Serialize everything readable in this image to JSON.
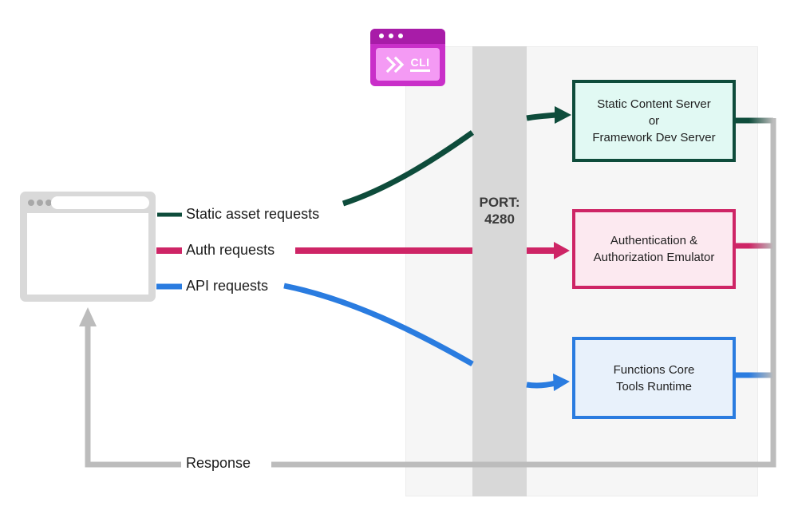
{
  "cli": {
    "label": "CLI"
  },
  "port": {
    "line1": "PORT:",
    "line2": "4280"
  },
  "labels": {
    "static_asset_requests": "Static asset requests",
    "auth_requests": "Auth requests",
    "api_requests": "API requests",
    "response": "Response"
  },
  "boxes": {
    "static_content": {
      "line1": "Static Content Server",
      "line2": "or",
      "line3": "Framework Dev Server"
    },
    "auth_emulator": {
      "line1": "Authentication &",
      "line2": "Authorization Emulator"
    },
    "functions_runtime": {
      "line1": "Functions Core",
      "line2": "Tools Runtime"
    }
  },
  "colors": {
    "static_flow_green": "#0e4c3b",
    "auth_flow_pink": "#ce2566",
    "api_flow_blue": "#2a7ce0",
    "response_gray": "#bcbcbc",
    "panel_bg": "#f6f6f6",
    "port_bar_bg": "#d8d8d8",
    "static_box_bg": "#e1f9f3",
    "auth_box_bg": "#fce9f0",
    "functions_box_bg": "#e8f1fb",
    "cli_magenta": "#c92fc9",
    "cli_titlebar": "#a81ca8",
    "cli_screen": "#f49af4",
    "browser_frame_gray": "#d9d9d9",
    "port_text": "#3b3b3b"
  }
}
